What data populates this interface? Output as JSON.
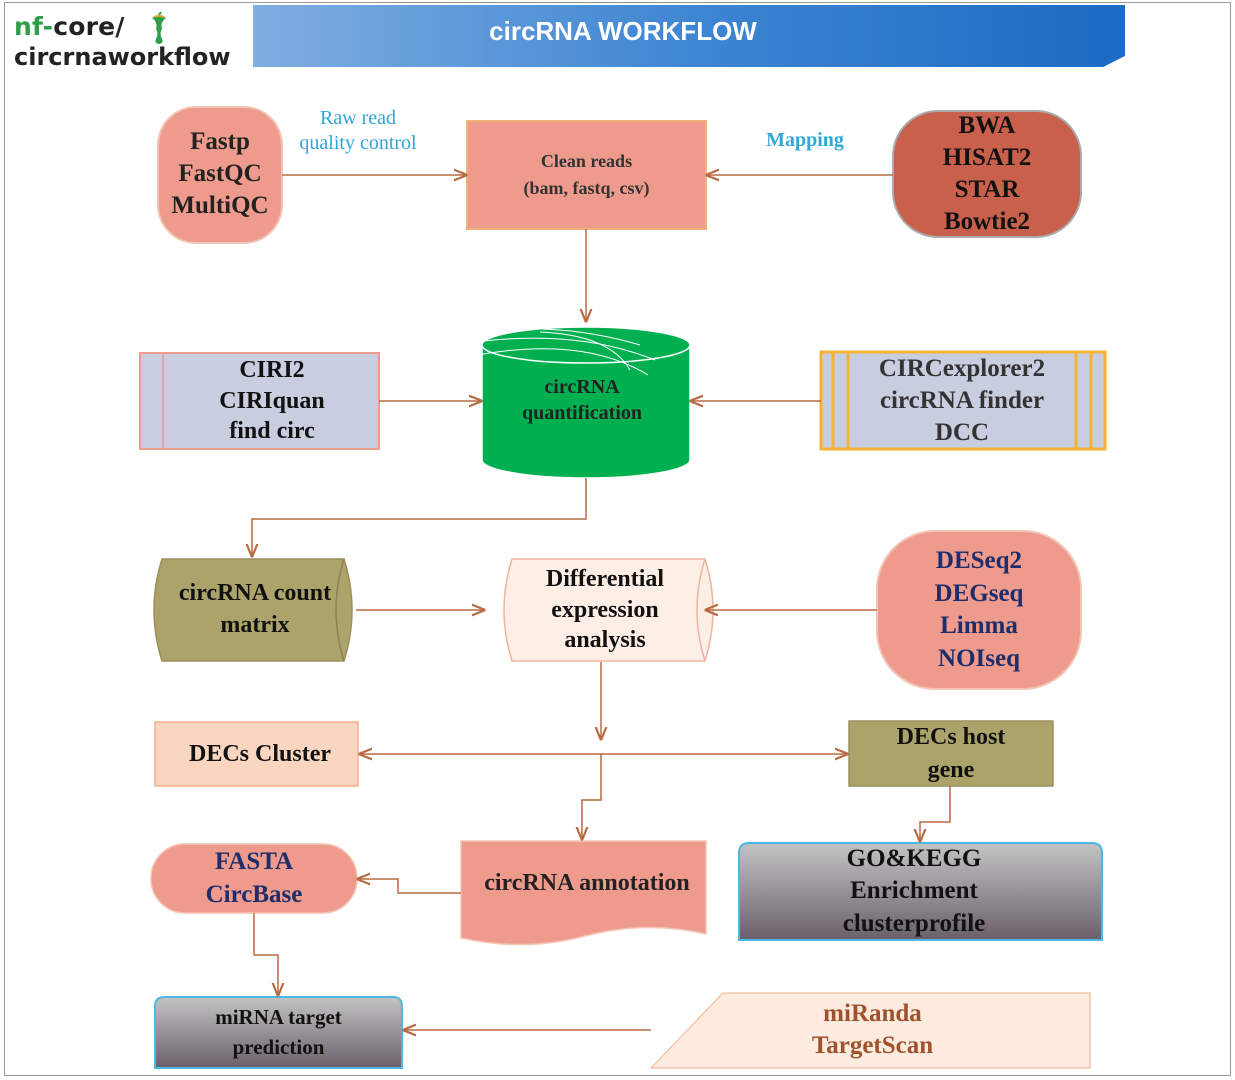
{
  "header": {
    "logo_line1_prefix": "nf-",
    "logo_line1_rest": "core/",
    "logo_line2": "circrnaworkflow",
    "title": "circRNA WORKFLOW"
  },
  "nodes": {
    "qc_tools": "Fastp\nFastQC\nMultiQC",
    "qc_edge": "Raw read\nquality control",
    "clean_reads": "Clean reads\n(bam, fastq, csv)",
    "mapping_edge": "Mapping",
    "aligners": "BWA\nHISAT2\nSTAR\nBowtie2",
    "ciri_tools": "CIRI2\nCIRIquan\nfind circ",
    "quantification": "circRNA\nquantification",
    "circexplorer_tools": "CIRCexplorer2\ncircRNA finder\nDCC",
    "count_matrix": "circRNA count\nmatrix",
    "differential": "Differential\nexpression\nanalysis",
    "de_tools": "DESeq2\nDEGseq\nLimma\nNOIseq",
    "dec_cluster": "DECs Cluster",
    "dec_host": "DECs host\ngene",
    "annotation": "circRNA annotation",
    "databases": "FASTA\nCircBase",
    "enrichment": "GO&KEGG\nEnrichment\nclusterprofile",
    "mirna_prediction": "miRNA target\nprediction",
    "mirna_tools": "miRanda\nTargetScan"
  },
  "colors": {
    "salmon": "#ee9b8d",
    "brick": "#c9604b",
    "green": "#00b050",
    "lavender": "#c8cde0",
    "olive": "#aba36a",
    "peach": "#fad5bf",
    "arrow": "#b86a42",
    "navy": "#1f2d6a",
    "cyan_text": "#2ea6d8",
    "mapping_text": "#30a9d6",
    "mirna_tool_text": "#a0522d",
    "grey_gradient_top": "#c4c4c4",
    "grey_gradient_bottom": "#6a5f6a"
  }
}
